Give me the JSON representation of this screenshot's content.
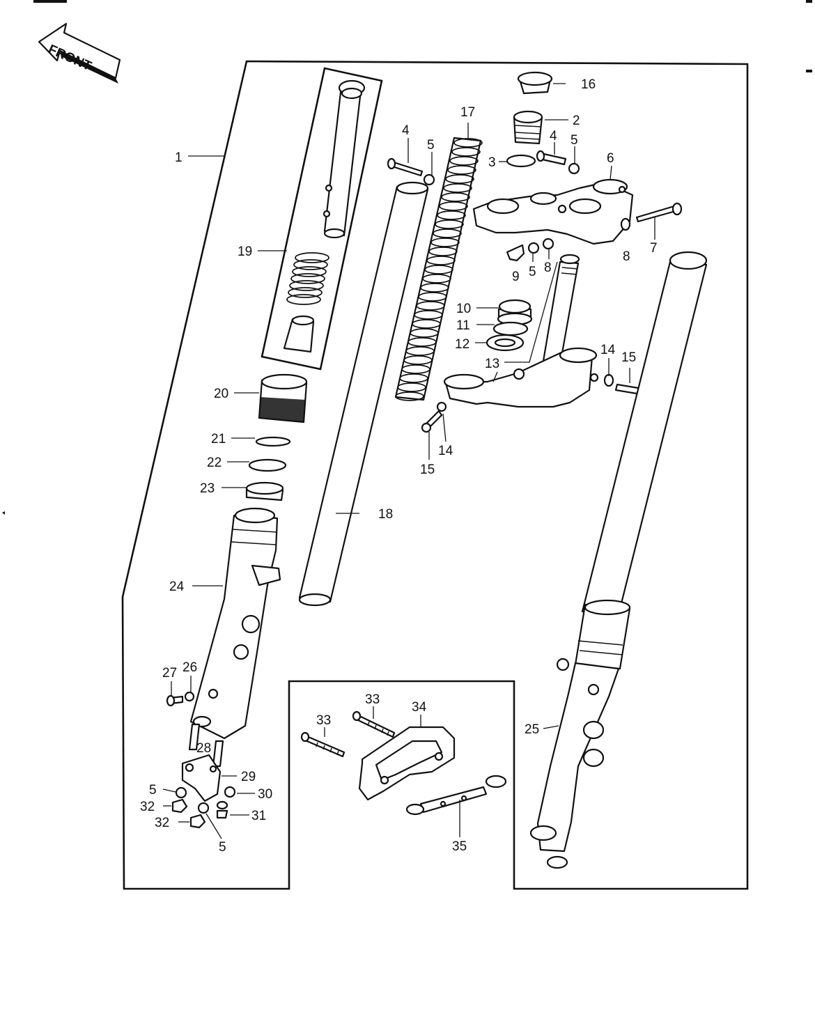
{
  "direction_tag": "FRONT",
  "callouts": [
    "1",
    "2",
    "3",
    "4",
    "4",
    "5",
    "5",
    "5",
    "6",
    "7",
    "8",
    "8",
    "9",
    "10",
    "11",
    "12",
    "13",
    "14",
    "14",
    "15",
    "15",
    "16",
    "17",
    "18",
    "19",
    "20",
    "21",
    "22",
    "23",
    "24",
    "25",
    "26",
    "27",
    "28",
    "29",
    "5",
    "30",
    "32",
    "31",
    "32",
    "5",
    "33",
    "33",
    "34",
    "35"
  ]
}
